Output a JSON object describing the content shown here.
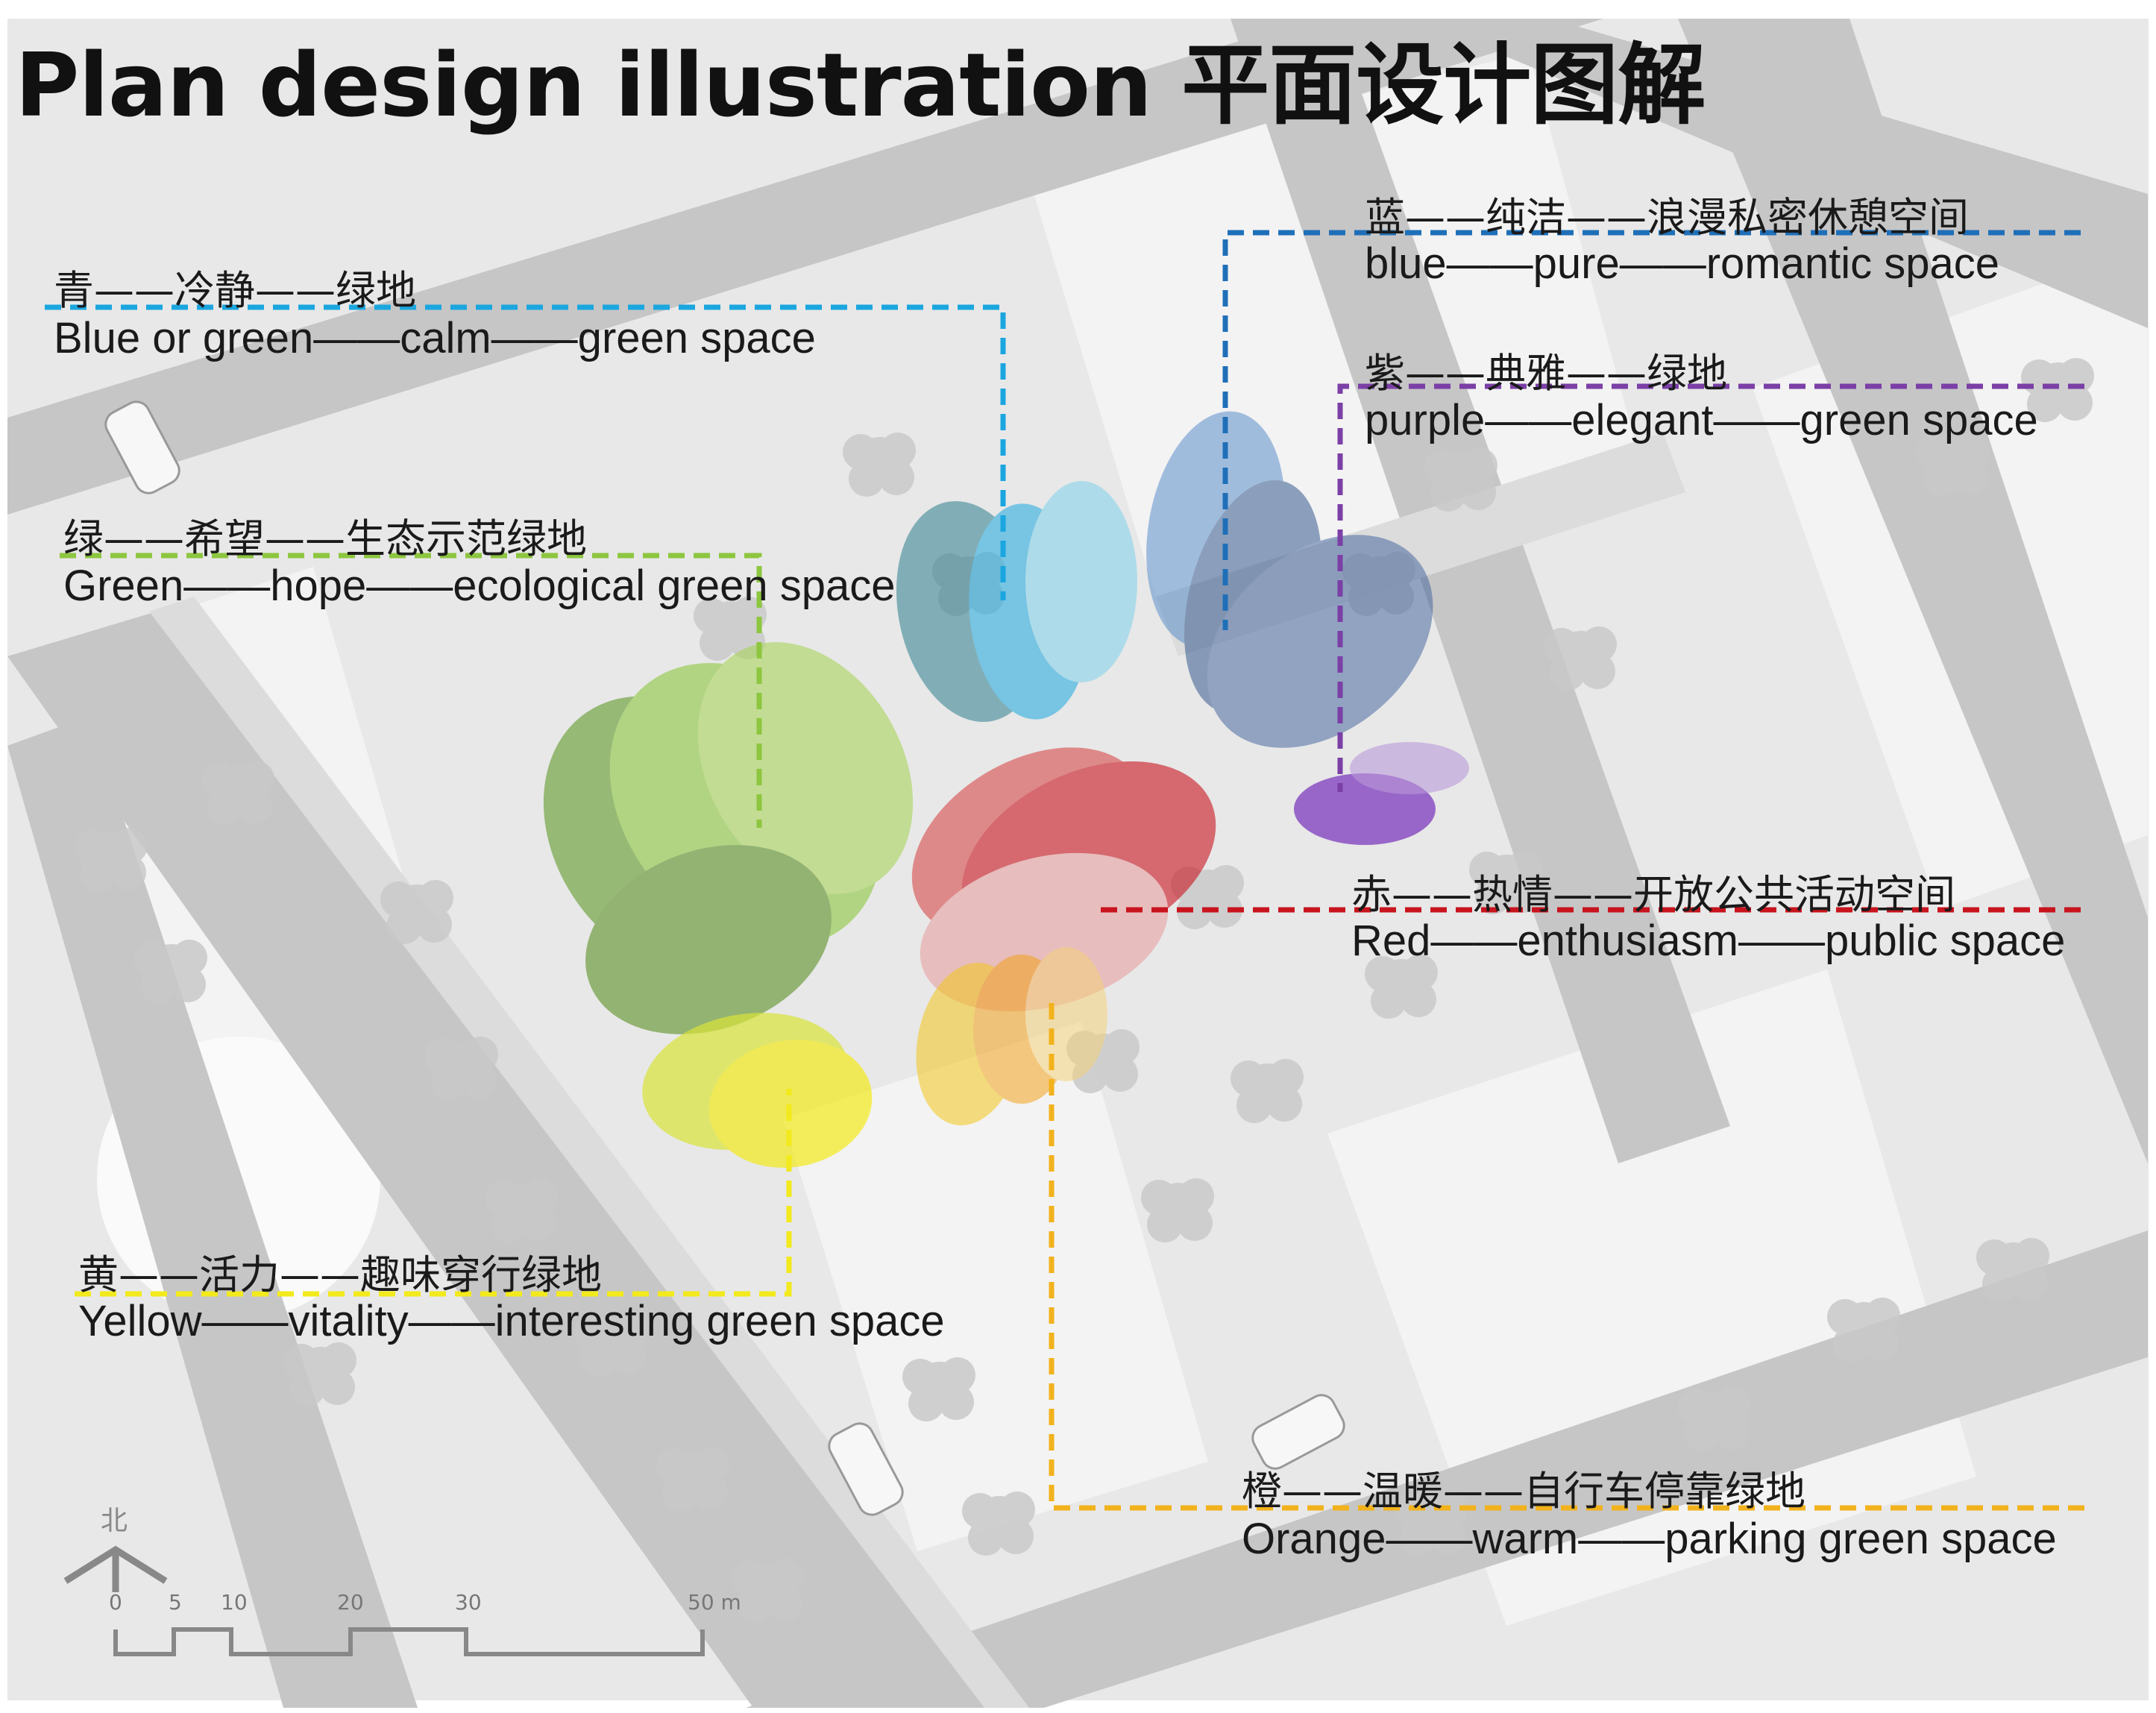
{
  "title": "Plan design illustration 平面设计图解",
  "colors": {
    "cyan": "#1aa6df",
    "blue": "#1f6fb8",
    "purple": "#7b3fa6",
    "green": "#8dc63f",
    "red": "#c8141e",
    "yellow": "#f2ea1c",
    "orange": "#f2b21c",
    "ground": "#e9e9e9",
    "road": "#c9c9c9",
    "tree": "#cfcfcf"
  },
  "labels": {
    "cyan": {
      "cn": "青——冷静——绿地",
      "en": "Blue or green——calm——green space"
    },
    "blue": {
      "cn": "蓝——纯洁——浪漫私密休憩空间",
      "en": "blue——pure——romantic space"
    },
    "purple": {
      "cn": "紫——典雅——绿地",
      "en": "purple——elegant——green space"
    },
    "green": {
      "cn": "绿——希望——生态示范绿地",
      "en": "Green——hope——ecological green space"
    },
    "red": {
      "cn": "赤——热情——开放公共活动空间",
      "en": "Red——enthusiasm——public space"
    },
    "yellow": {
      "cn": "黄——活力——趣味穿行绿地",
      "en": "Yellow——vitality——interesting green space"
    },
    "orange": {
      "cn": "橙——温暖——自行车停靠绿地",
      "en": "Orange——warm——parking green space"
    }
  },
  "scale": {
    "north_label": "北",
    "ticks": [
      "0",
      "5",
      "10",
      "20",
      "30",
      "50 m"
    ]
  }
}
